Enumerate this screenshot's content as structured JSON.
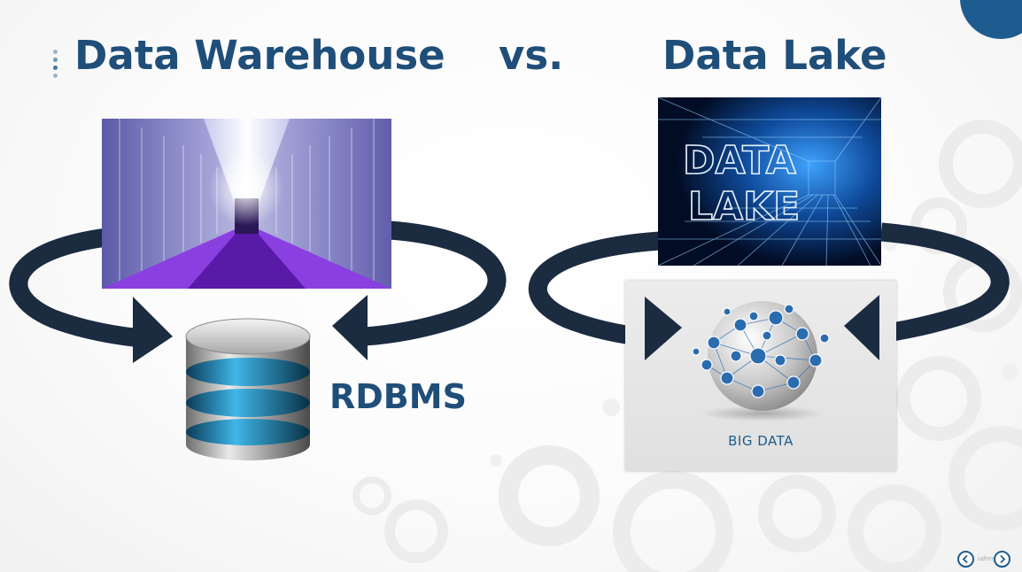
{
  "slide": {
    "title_left": "Data Warehouse",
    "title_vs": "vs.",
    "title_right": "Data Lake",
    "rdbms_label": "RDBMS",
    "big_data_label": "BIG DATA",
    "data_lake_image_text": [
      "DATA",
      "LAKE"
    ],
    "brand_text": "udemy"
  },
  "colors": {
    "title": "#1f4e79",
    "arrow": "#1b2b40",
    "accent_circle": "#1e5b8f",
    "node": "#2b6cb0"
  },
  "icons": {
    "nav_prev": "chevron-left-circle-icon",
    "nav_next": "chevron-right-circle-icon",
    "database": "database-cylinder-icon",
    "globe": "network-globe-icon"
  }
}
